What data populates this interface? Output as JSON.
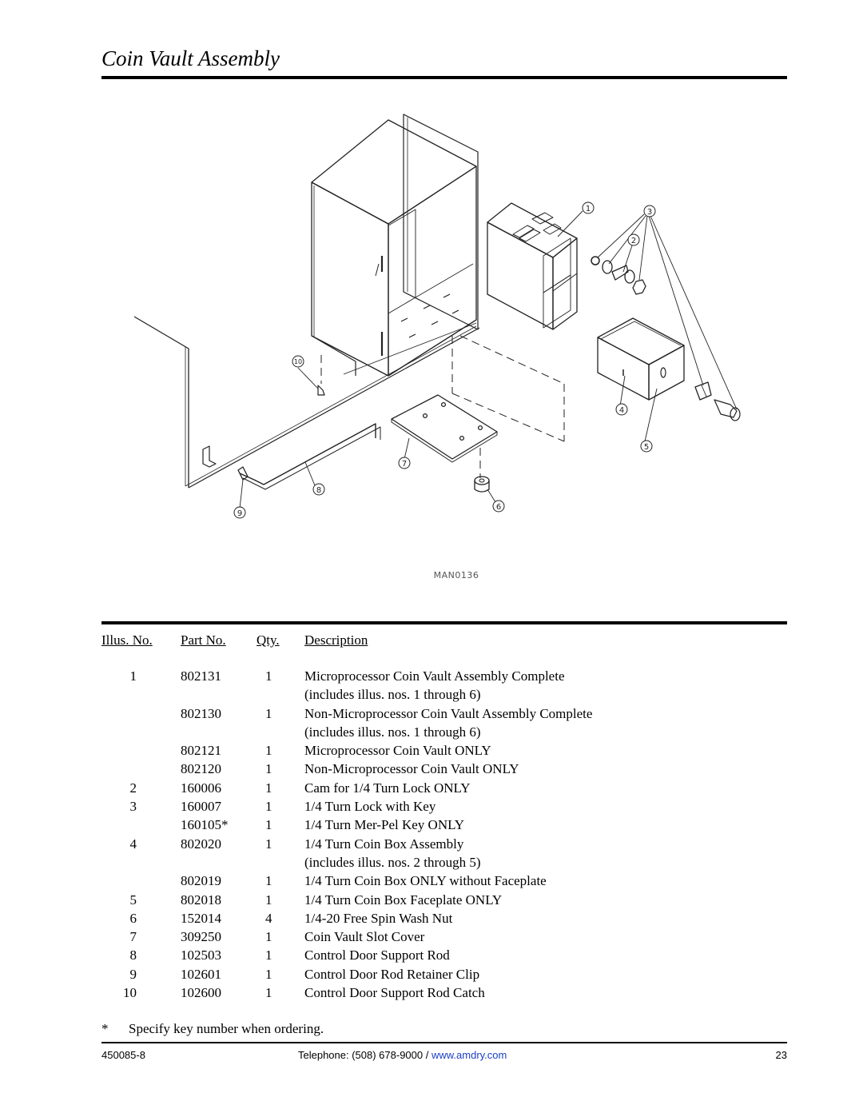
{
  "page": {
    "title": "Coin Vault Assembly"
  },
  "figure": {
    "drawing_code": "MAN0136",
    "callouts": [
      "1",
      "2",
      "3",
      "4",
      "5",
      "6",
      "7",
      "8",
      "9",
      "10"
    ]
  },
  "parts_table": {
    "headers": {
      "illus": "Illus. No.",
      "part": "Part No.",
      "qty": "Qty.",
      "desc": "Description"
    },
    "rows": [
      {
        "illus": "1",
        "part": "802131",
        "qty": "1",
        "desc": "Microprocessor Coin Vault Assembly Complete"
      },
      {
        "illus": "",
        "part": "",
        "qty": "",
        "desc": "(includes illus. nos. 1 through 6)"
      },
      {
        "illus": "",
        "part": "802130",
        "qty": "1",
        "desc": "Non-Microprocessor Coin Vault Assembly Complete"
      },
      {
        "illus": "",
        "part": "",
        "qty": "",
        "desc": "(includes illus. nos. 1 through 6)"
      },
      {
        "illus": "",
        "part": "802121",
        "qty": "1",
        "desc": "Microprocessor Coin Vault ONLY"
      },
      {
        "illus": "",
        "part": "802120",
        "qty": "1",
        "desc": "Non-Microprocessor Coin Vault ONLY"
      },
      {
        "illus": "2",
        "part": "160006",
        "qty": "1",
        "desc": "Cam for 1/4 Turn Lock ONLY"
      },
      {
        "illus": "3",
        "part": "160007",
        "qty": "1",
        "desc": "1/4 Turn Lock with Key"
      },
      {
        "illus": "",
        "part": "160105*",
        "qty": "1",
        "desc": "1/4 Turn Mer-Pel Key ONLY"
      },
      {
        "illus": "4",
        "part": "802020",
        "qty": "1",
        "desc": "1/4 Turn Coin Box Assembly"
      },
      {
        "illus": "",
        "part": "",
        "qty": "",
        "desc": "(includes illus. nos. 2 through 5)"
      },
      {
        "illus": "",
        "part": "802019",
        "qty": "1",
        "desc": "1/4 Turn Coin Box ONLY without Faceplate"
      },
      {
        "illus": "5",
        "part": "802018",
        "qty": "1",
        "desc": "1/4 Turn Coin Box Faceplate ONLY"
      },
      {
        "illus": "6",
        "part": "152014",
        "qty": "4",
        "desc": "1/4-20 Free Spin Wash Nut"
      },
      {
        "illus": "7",
        "part": "309250",
        "qty": "1",
        "desc": "Coin Vault Slot Cover"
      },
      {
        "illus": "8",
        "part": "102503",
        "qty": "1",
        "desc": "Control Door Support Rod"
      },
      {
        "illus": "9",
        "part": "102601",
        "qty": "1",
        "desc": "Control Door Rod Retainer Clip"
      },
      {
        "illus": "10",
        "part": "102600",
        "qty": "1",
        "desc": "Control Door Support Rod Catch"
      }
    ]
  },
  "footnote": {
    "marker": "*",
    "text": "Specify key number when ordering."
  },
  "footer": {
    "doc_number": "450085-8",
    "phone": "Telephone: (508) 678-9000 / ",
    "url": "www.amdry.com",
    "page_number": "23"
  }
}
